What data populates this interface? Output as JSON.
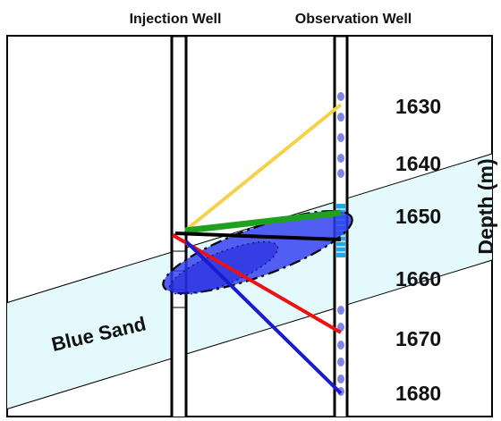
{
  "headers": {
    "injection_well": "Injection Well",
    "observation_well": "Observation Well"
  },
  "depth_axis": {
    "title": "Depth (m)",
    "ticks": [
      "1630",
      "1640",
      "1650",
      "1660",
      "1670",
      "1680"
    ]
  },
  "layer_label": "Blue Sand",
  "colors": {
    "sand_fill": "#e4f9fc",
    "plume_fill": "#2f3cf0",
    "ray_yellow": "#f4d34a",
    "ray_green": "#1fa01f",
    "ray_black": "#000000",
    "ray_red": "#ee1111",
    "ray_blue": "#1a1ad0",
    "sensor": "#7f86e6",
    "screen_interval": "#1ea8ee"
  }
}
